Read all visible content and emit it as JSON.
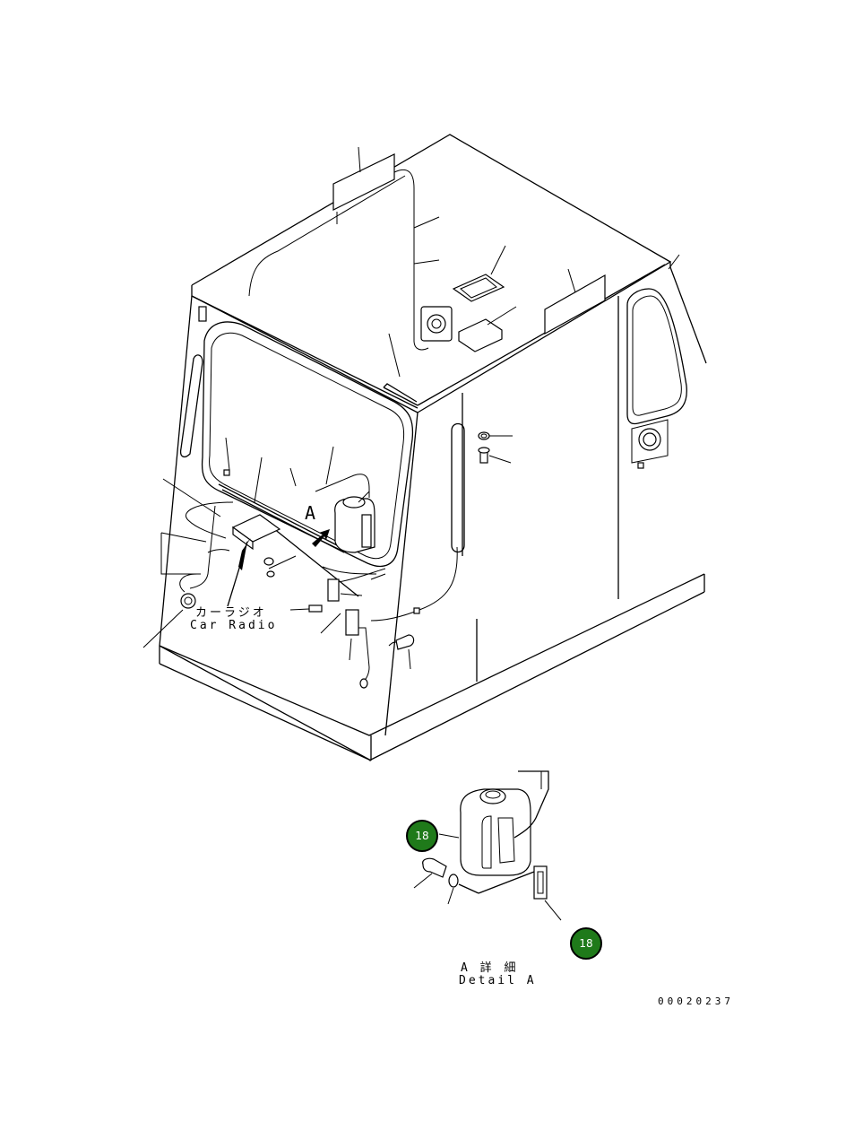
{
  "labels": {
    "car_radio_jp": "カーラジオ",
    "car_radio_en": "Car Radio",
    "detail_jp": "A 詳 細",
    "detail_en": "Detail A",
    "view_letter": "A",
    "drawing_number": "00020237"
  },
  "callouts": [
    {
      "label": "18"
    },
    {
      "label": "18"
    }
  ],
  "colors": {
    "callout_fill": "#1f7a1a",
    "line": "#000000",
    "background": "#ffffff"
  }
}
